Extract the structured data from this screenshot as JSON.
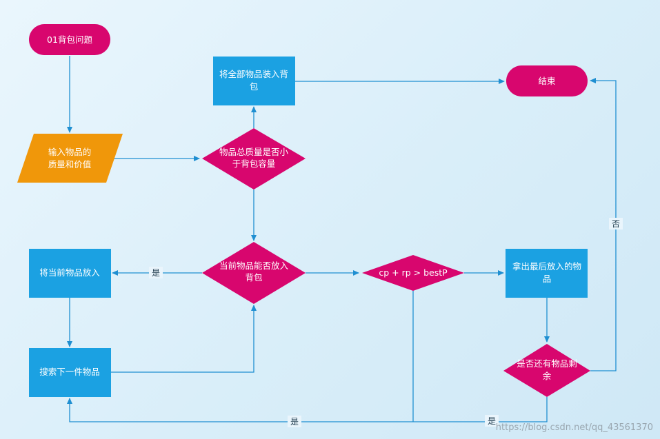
{
  "colors": {
    "terminal": "#d8066e",
    "process": "#1ba1e2",
    "decision": "#d8066e",
    "io": "#f0970a",
    "edge": "#1f8fd1"
  },
  "nodes": {
    "start": "01背包问题",
    "input": [
      "输入物品的",
      "质量和价值"
    ],
    "check_total": [
      "物品总质量是否小",
      "于背包容量"
    ],
    "put_all": [
      "将全部物品装入背",
      "包"
    ],
    "end": "结束",
    "can_put": [
      "当前物品能否放入",
      "背包"
    ],
    "put_current": "将当前物品放入",
    "search_next": "搜索下一件物品",
    "bound": "cp + rp > bestP",
    "take_out": [
      "拿出最后放入的物",
      "品"
    ],
    "remaining": [
      "是否还有物品剩",
      "余"
    ]
  },
  "edge_labels": {
    "yes_put": "是",
    "no_end": "否",
    "yes_bottom_left": "是",
    "yes_bottom_right": "是"
  },
  "watermark": "https://blog.csdn.net/qq_43561370"
}
